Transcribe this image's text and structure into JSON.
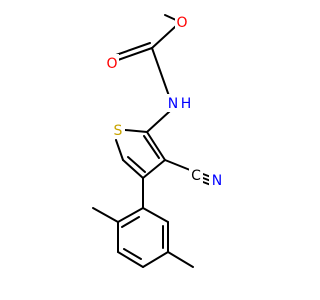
{
  "molecule": {
    "atoms": {
      "O_ether": "O",
      "O_carbonyl": "O",
      "N_amide": "N",
      "H_amide": "H",
      "S_ring": "S",
      "C_nitrile": "C",
      "N_nitrile": "N"
    }
  },
  "colors": {
    "bond": "#000000",
    "oxygen": "#ff0000",
    "nitrogen": "#0000ff",
    "sulfur": "#c8a400",
    "carbon": "#000000"
  }
}
